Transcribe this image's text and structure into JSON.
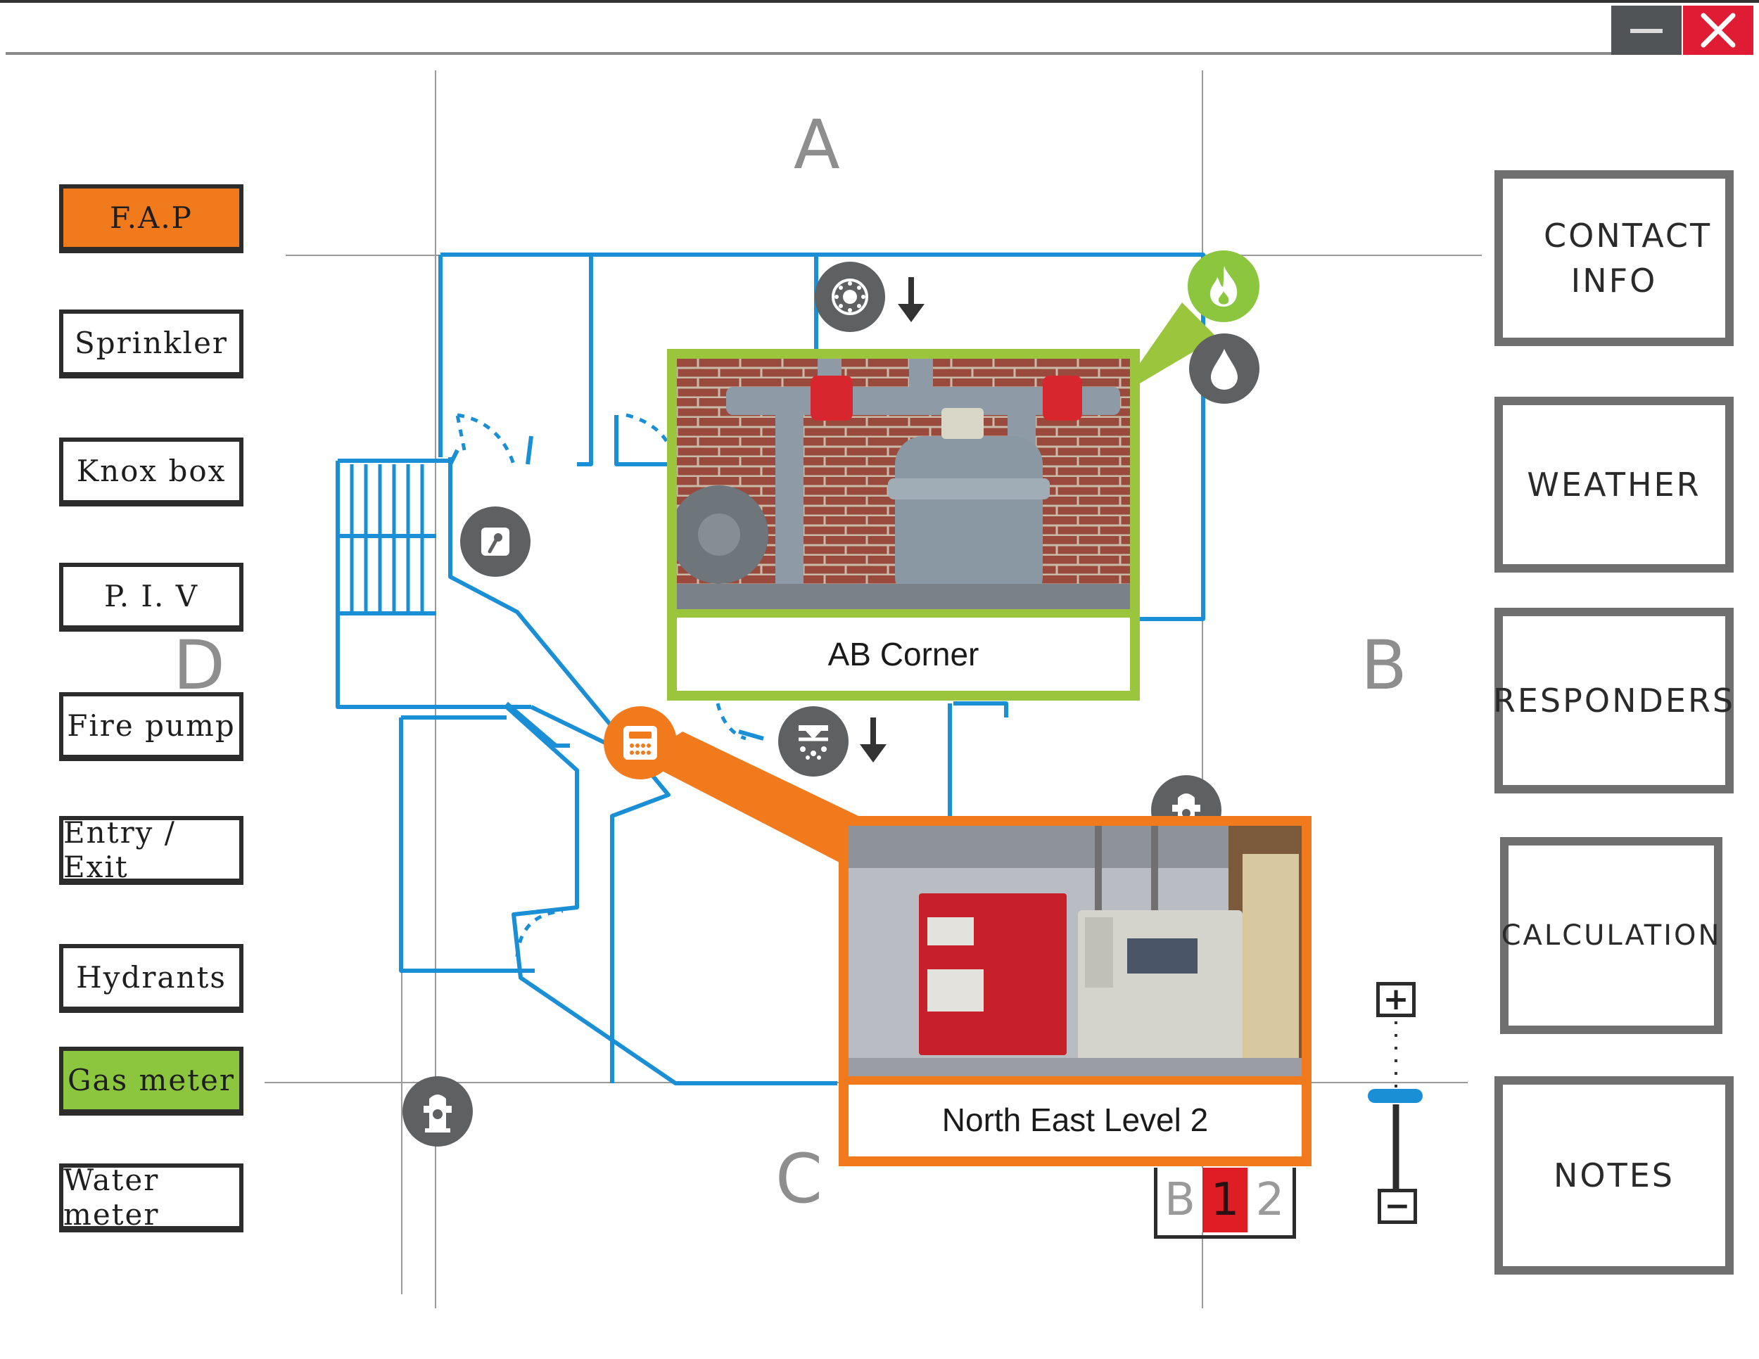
{
  "window": {
    "minimize_icon": "minimize-icon",
    "close_icon": "close-icon"
  },
  "compass": {
    "north": "A",
    "east": "B",
    "south": "C",
    "west": "D"
  },
  "left_menu": [
    {
      "label": "F.A.P",
      "highlight": "#f07a1c"
    },
    {
      "label": "Sprinkler"
    },
    {
      "label": "Knox box"
    },
    {
      "label": "P. I. V"
    },
    {
      "label": "Fire pump"
    },
    {
      "label": "Entry / Exit"
    },
    {
      "label": "Hydrants"
    },
    {
      "label": "Gas meter",
      "highlight": "#8cc63f"
    },
    {
      "label": "Water meter"
    }
  ],
  "right_menu": [
    {
      "label": "CONTACT INFO"
    },
    {
      "label": "WEATHER"
    },
    {
      "label": "RESPONDERS"
    },
    {
      "label": "CALCULATION"
    },
    {
      "label": "NOTES"
    }
  ],
  "popups": {
    "gas_meter": {
      "caption": "AB Corner",
      "color": "#9bc53d",
      "icon": "flame-icon"
    },
    "fire_alarm_panel": {
      "caption": "North East Level 2",
      "color": "#f07a1c",
      "icon": "alarm-panel-icon"
    }
  },
  "map_icons": [
    "sprinkler-head-icon",
    "water-drop-icon",
    "knox-key-icon",
    "sprinkler-spray-icon",
    "hydrant-icon"
  ],
  "levels": {
    "options": [
      "B",
      "1",
      "2"
    ],
    "selected": "1"
  },
  "zoom": {
    "plus": "+",
    "minus": "−",
    "level": 0.35
  },
  "colors": {
    "floorplan": "#1a8fd6",
    "fap": "#f07a1c",
    "gas_meter": "#8cc63f",
    "active_level": "#e01c24",
    "icon_gray": "#5e6062"
  }
}
